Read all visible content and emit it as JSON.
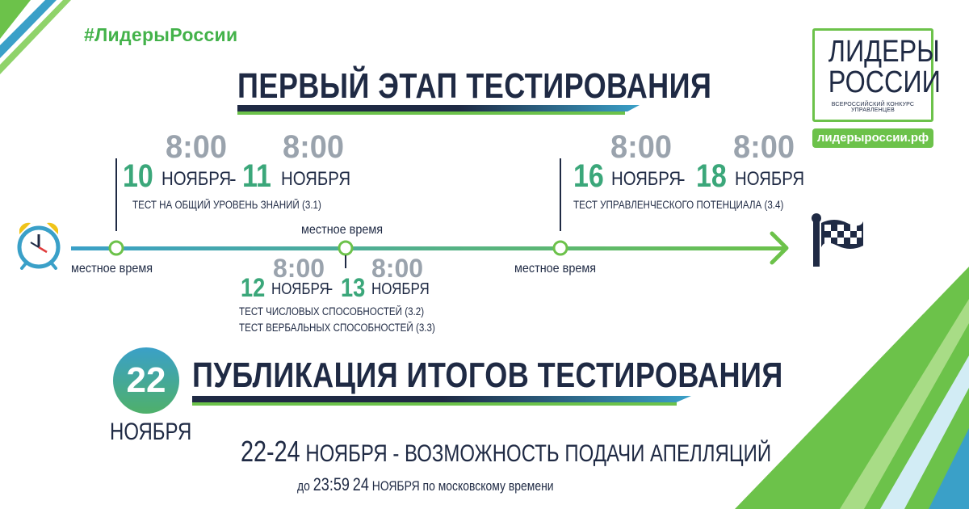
{
  "hashtag": "#ЛидерыРоссии",
  "title": "ПЕРВЫЙ ЭТАП ТЕСТИРОВАНИЯ",
  "logo": {
    "line1": "ЛИДЕРЫ",
    "line2": "РОССИИ",
    "subtitle": "ВСЕРОССИЙСКИЙ КОНКУРС УПРАВЛЕНЦЕВ",
    "url": "лидерыроссии.рф"
  },
  "stages": [
    {
      "time_start": "8:00",
      "day_start": "10",
      "month_start": "НОЯБРЯ",
      "dash": "-",
      "time_end": "8:00",
      "day_end": "11",
      "month_end": "НОЯБРЯ",
      "description": "ТЕСТ НА ОБЩИЙ УРОВЕНЬ ЗНАНИЙ (3.1)",
      "local_label": "местное время"
    },
    {
      "time_start": "8:00",
      "day_start": "12",
      "month_start": "НОЯБРЯ",
      "dash": "-",
      "time_end": "8:00",
      "day_end": "13",
      "month_end": "НОЯБРЯ",
      "description_1": "ТЕСТ ЧИСЛОВЫХ СПОСОБНОСТЕЙ (3.2)",
      "description_2": "ТЕСТ ВЕРБАЛЬНЫХ СПОСОБНОСТЕЙ (3.3)",
      "local_label": "местное время"
    },
    {
      "time_start": "8:00",
      "day_start": "16",
      "month_start": "НОЯБРЯ",
      "dash": "-",
      "time_end": "8:00",
      "day_end": "18",
      "month_end": "НОЯБРЯ",
      "description": "ТЕСТ УПРАВЛЕНЧЕСКОГО ПОТЕНЦИАЛА (3.4)",
      "local_label": "местное время"
    }
  ],
  "results": {
    "day": "22",
    "month": "НОЯБРЯ",
    "title": "ПУБЛИКАЦИЯ ИТОГОВ ТЕСТИРОВАНИЯ"
  },
  "appeal": {
    "line1_range": "22-24",
    "line1_month": "НОЯБРЯ",
    "line1_text": "- ВОЗМОЖНОСТЬ ПОДАЧИ АПЕЛЛЯЦИЙ",
    "line2_prefix": "до",
    "line2_time": "23:59",
    "line2_day": "24",
    "line2_month": "НОЯБРЯ",
    "line2_suffix": "по московскому времени"
  },
  "icons": {
    "clock": "alarm-clock-icon",
    "flag": "checkered-flag-icon"
  },
  "colors": {
    "navy": "#1f2a44",
    "green": "#6cc24a",
    "teal": "#3ba77a",
    "blue": "#3aa0c8",
    "gray": "#9aa3ad"
  }
}
